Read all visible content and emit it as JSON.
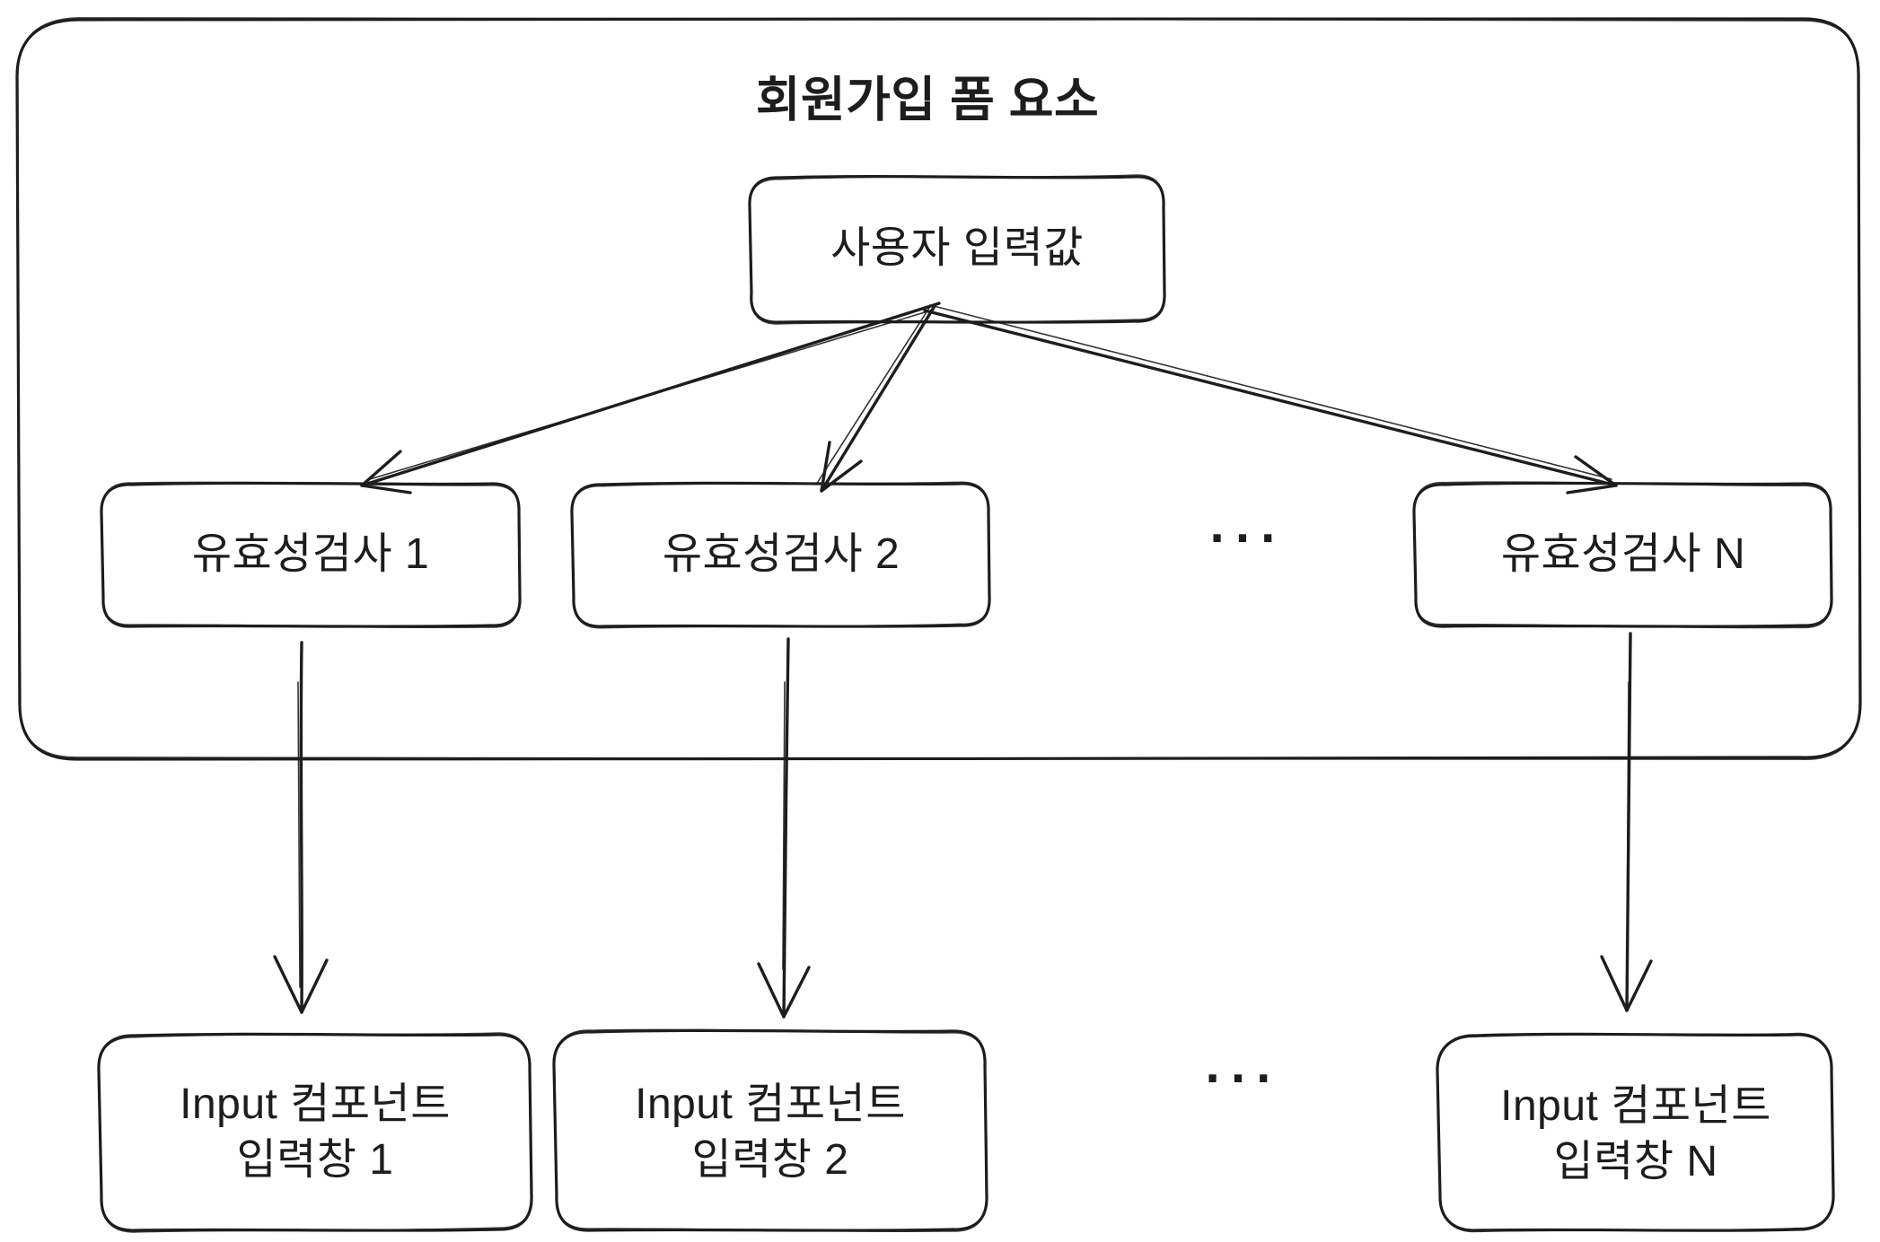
{
  "diagram": {
    "title": "회원가입 폼 요소",
    "root_node": {
      "label": "사용자 입력값"
    },
    "validation_nodes": [
      {
        "label": "유효성검사 1"
      },
      {
        "label": "유효성검사 2"
      },
      {
        "label": "유효성검사 N"
      }
    ],
    "validation_ellipsis": "···",
    "input_nodes": [
      {
        "line1": "Input 컴포넌트",
        "line2": "입력창 1"
      },
      {
        "line1": "Input 컴포넌트",
        "line2": "입력창 2"
      },
      {
        "line1": "Input 컴포넌트",
        "line2": "입력창 N"
      }
    ],
    "input_ellipsis": "···",
    "colors": {
      "stroke": "#1d1d1d",
      "text": "#1d1d1d",
      "background": "#ffffff"
    }
  }
}
